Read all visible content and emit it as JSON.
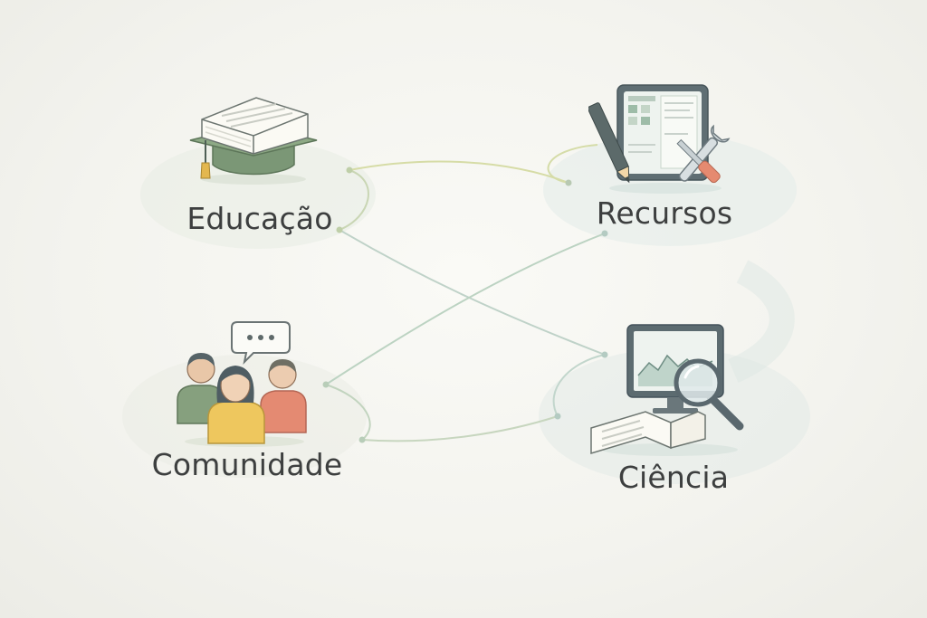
{
  "nodes": {
    "educacao": {
      "label": "Educação"
    },
    "recursos": {
      "label": "Recursos"
    },
    "comunidade": {
      "label": "Comunidade"
    },
    "ciencia": {
      "label": "Ciência"
    }
  },
  "icons": {
    "educacao": "graduation-books-icon",
    "recursos": "tablet-tools-icon",
    "comunidade": "people-chat-icon",
    "ciencia": "monitor-magnifier-book-icon"
  },
  "colors": {
    "background": "#f4f4ef",
    "label": "#3d3f3f",
    "line": "#bcd3c2",
    "line_accent": "#d9dca8",
    "green": "#7f9b7a",
    "yellow": "#e8c45c",
    "coral": "#e48a72",
    "slate": "#56646c"
  }
}
